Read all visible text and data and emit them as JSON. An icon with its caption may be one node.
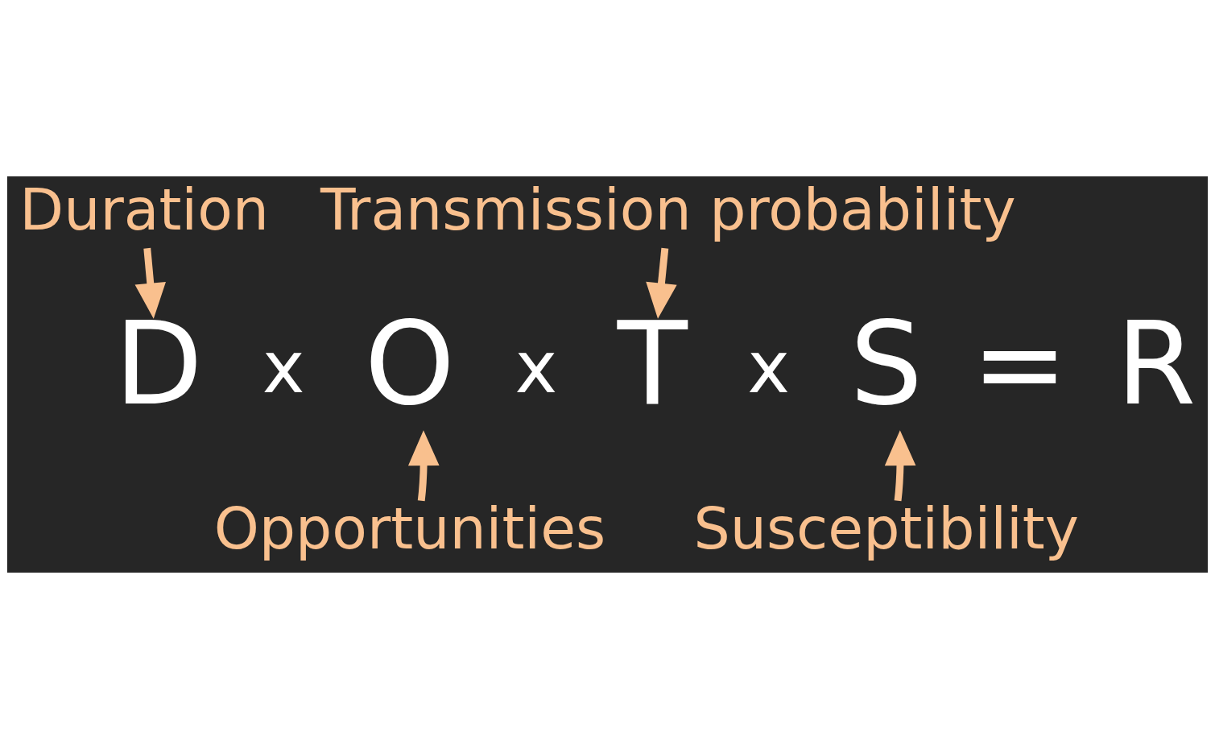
{
  "diagram": {
    "nodes": [
      {
        "text": [
          "Duration"
        ]
      },
      {
        "text": [
          "Transmission probability"
        ]
      },
      {
        "text": [
          "D"
        ]
      },
      {
        "text": [
          "O"
        ]
      },
      {
        "text": [
          "T"
        ]
      },
      {
        "text": [
          "S"
        ]
      },
      {
        "text": [
          "Opportunities"
        ]
      },
      {
        "text": [
          "Susceptibility"
        ]
      }
    ],
    "edges": [
      {
        "from": 0,
        "to": 2,
        "arrow": "to"
      },
      {
        "from": 1,
        "to": 4,
        "arrow": "to"
      },
      {
        "from": 6,
        "to": 3,
        "arrow": "to"
      },
      {
        "from": 7,
        "to": 5,
        "arrow": "to"
      }
    ],
    "labels": [
      "x",
      "x",
      "x",
      "=",
      "R"
    ]
  }
}
